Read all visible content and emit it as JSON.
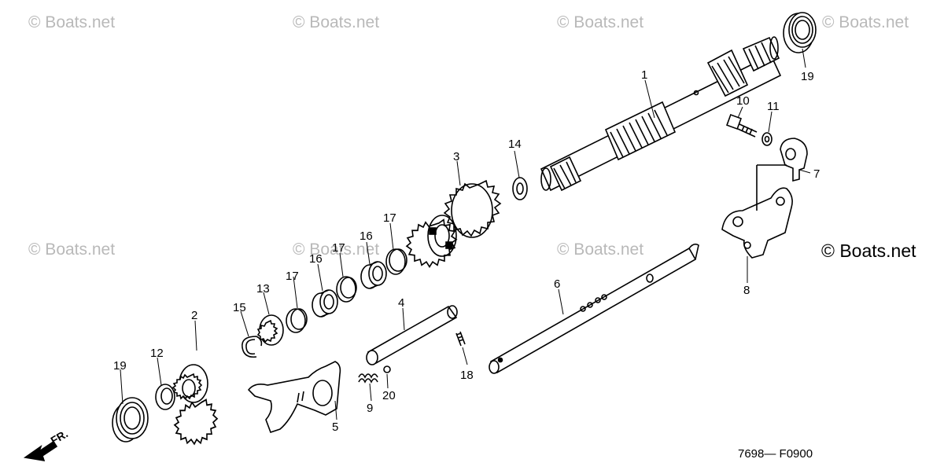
{
  "watermark": "© Boats.net",
  "brand": "© Boats.net",
  "diagram_code": "7698— F0900",
  "front_label": "FR.",
  "callouts": {
    "p1": "1",
    "p2": "2",
    "p3": "3",
    "p4": "4",
    "p5": "5",
    "p6": "6",
    "p7": "7",
    "p8": "8",
    "p9": "9",
    "p10": "10",
    "p11": "11",
    "p12": "12",
    "p13": "13",
    "p14": "14",
    "p15": "15",
    "p16a": "16",
    "p16b": "16",
    "p17a": "17",
    "p17b": "17",
    "p17c": "17",
    "p18": "18",
    "p19a": "19",
    "p19b": "19",
    "p20": "20"
  },
  "colors": {
    "line": "#000000",
    "watermark": "#b9b9b9"
  }
}
